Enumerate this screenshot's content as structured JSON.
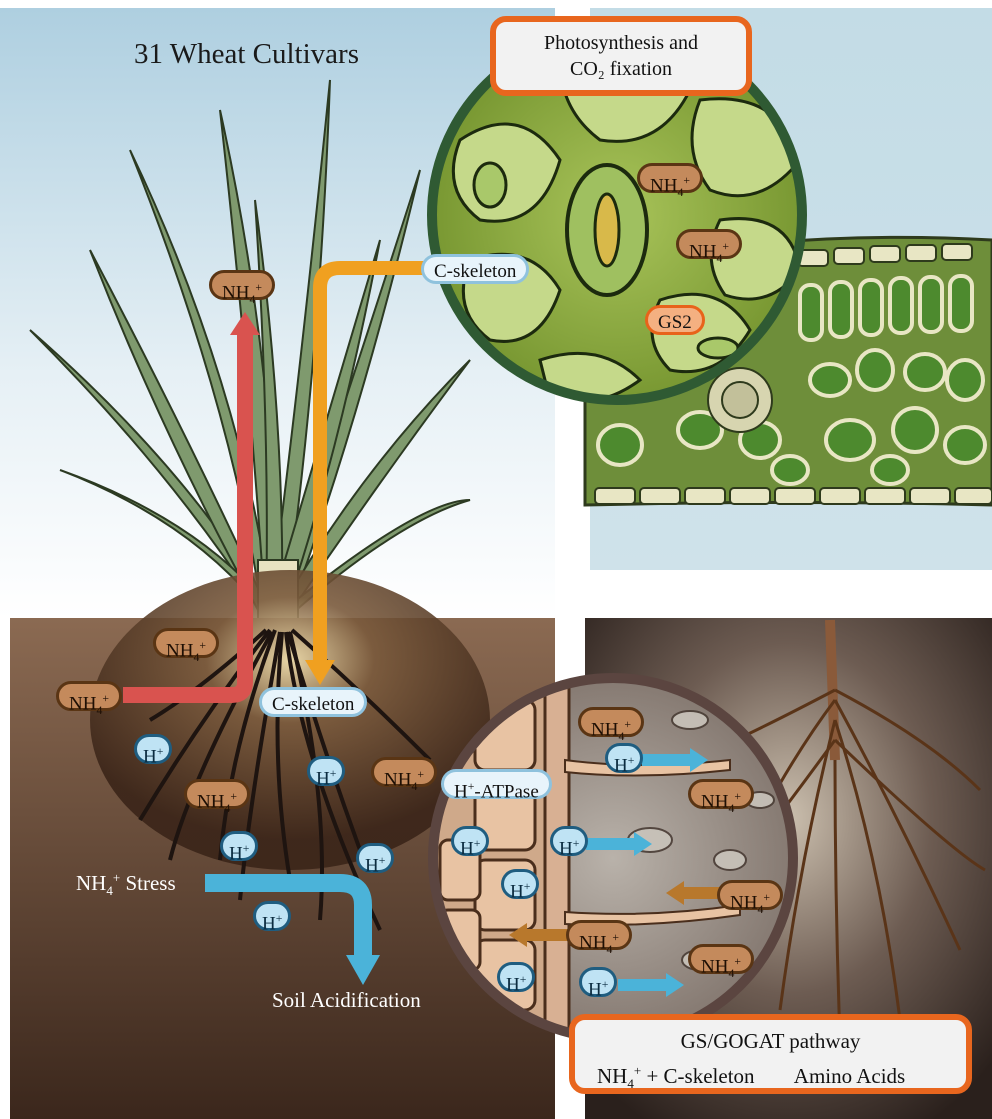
{
  "title": "31 Wheat Cultivars",
  "boxes": {
    "photosynthesis_line1": "Photosynthesis and",
    "photosynthesis_line2": "CO₂ fixation",
    "gogat_line1": "GS/GOGAT pathway",
    "gogat_line2": "NH4+ + C-skeleton→ Amino Acids"
  },
  "labels": {
    "nh4": "NH",
    "nh4_sub": "4",
    "nh4_sup": "+",
    "h": "H",
    "h_sup": "+",
    "c_skeleton": "C-skeleton",
    "gs2": "GS2",
    "atpase": "-ATPase",
    "stress": "Stress",
    "soil_acidification": "Soil Acidification",
    "gogat_text": "+ C-skeleton",
    "amino_acids": "Amino Acids"
  },
  "colors": {
    "nh4_transport": "#d9534f",
    "c_skeleton_transport": "#f0a020",
    "h_efflux": "#4bb3d9",
    "nh4_influx": "#b8782c",
    "box_border": "#e8661e",
    "leaf_circle_border": "#2f5a33",
    "root_circle_border": "#5b4540"
  }
}
